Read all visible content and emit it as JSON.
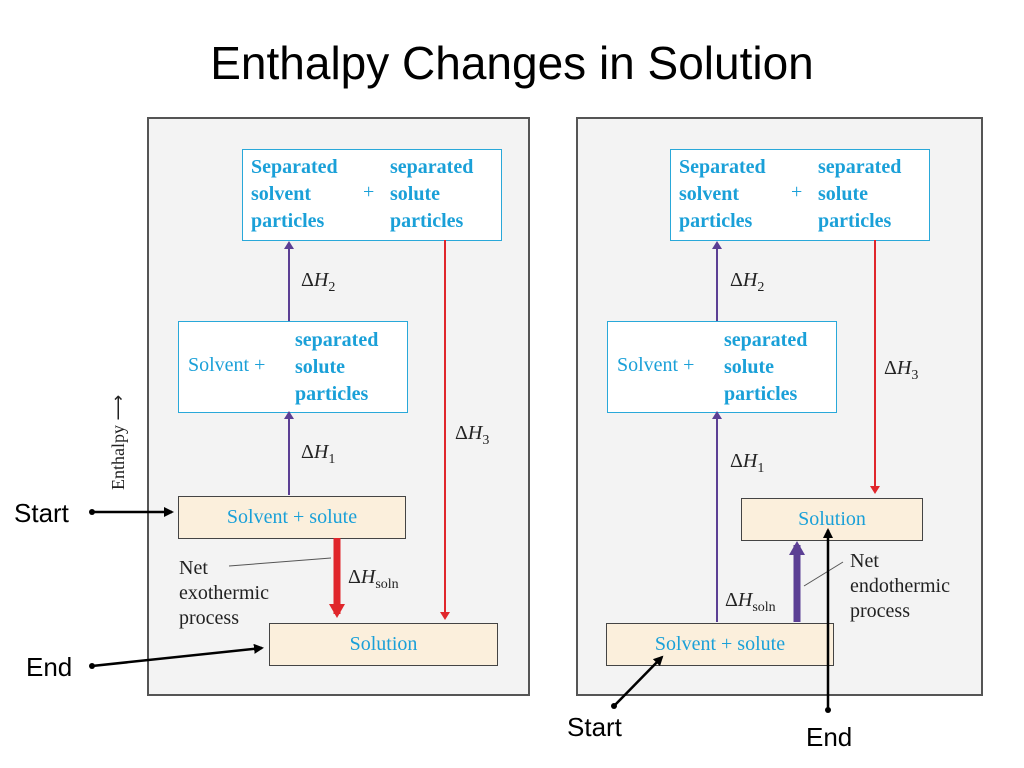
{
  "title": "Enthalpy Changes in Solution",
  "axis_label": "Enthalpy",
  "colors": {
    "cyan_text": "#1aa0d8",
    "purple_arrow": "#5b3f94",
    "red_arrow": "#e0262b",
    "tan_box": "#fbefdc"
  },
  "delta_symbol": "Δ",
  "var_symbol": "H",
  "labels": {
    "h1_sub": "1",
    "h2_sub": "2",
    "h3_sub": "3",
    "soln_sub": "soln"
  },
  "left": {
    "top_box": {
      "col1": [
        "Separated",
        "solvent",
        "particles"
      ],
      "plus": "+",
      "col2": [
        "separated",
        "solute",
        "particles"
      ]
    },
    "mid_box": {
      "prefix": "Solvent +",
      "lines": [
        "separated",
        "solute",
        "particles"
      ]
    },
    "start_box": "Solvent + solute",
    "end_box": "Solution",
    "note": [
      "Net",
      "exothermic",
      "process"
    ]
  },
  "right": {
    "top_box": {
      "col1": [
        "Separated",
        "solvent",
        "particles"
      ],
      "plus": "+",
      "col2": [
        "separated",
        "solute",
        "particles"
      ]
    },
    "mid_box": {
      "prefix": "Solvent +",
      "lines": [
        "separated",
        "solute",
        "particles"
      ]
    },
    "end_box": "Solution",
    "start_box": "Solvent + solute",
    "note": [
      "Net",
      "endothermic",
      "process"
    ]
  },
  "markers": {
    "start_left": "Start",
    "end_left": "End",
    "start_right": "Start",
    "end_right": "End"
  }
}
